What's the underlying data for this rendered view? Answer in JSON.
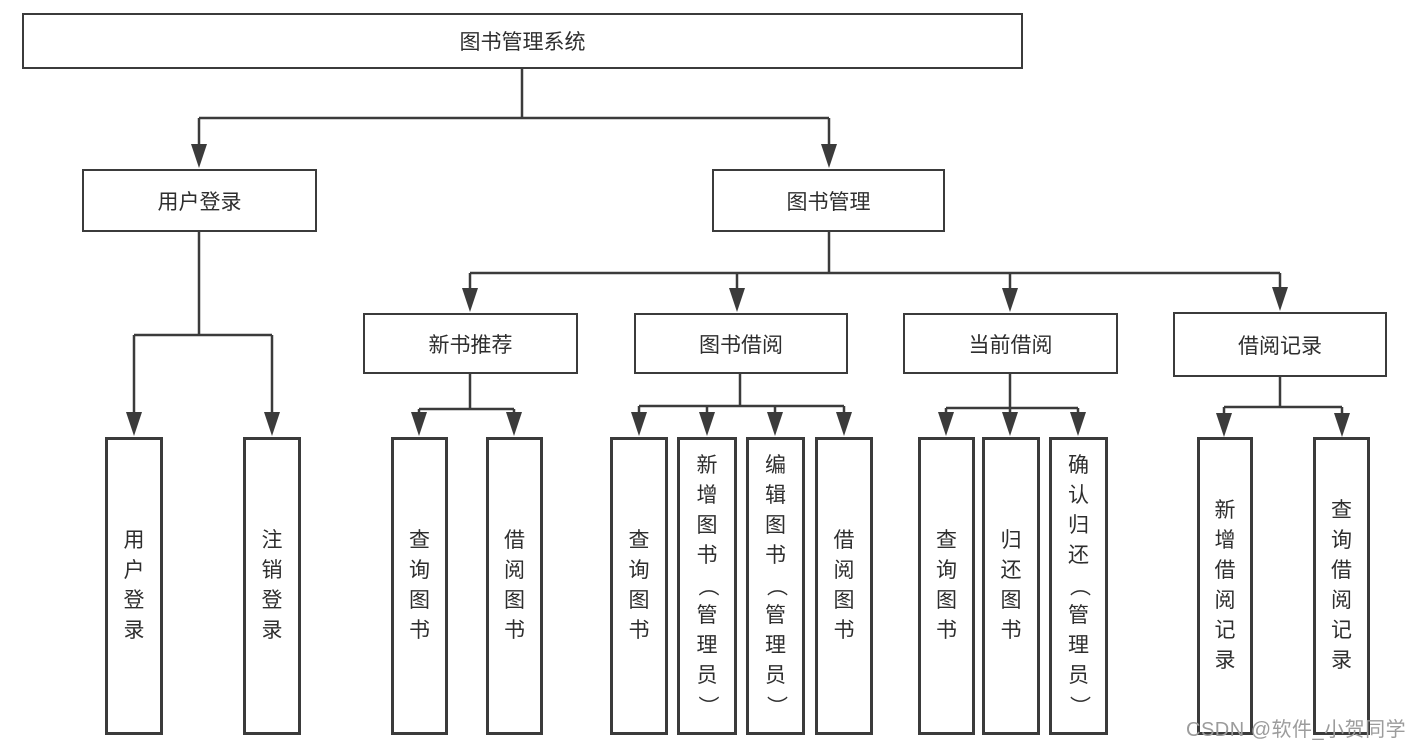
{
  "diagram": {
    "root": {
      "label": "图书管理系统"
    },
    "level1": [
      {
        "label": "用户登录"
      },
      {
        "label": "图书管理"
      }
    ],
    "level2": [
      {
        "label": "新书推荐"
      },
      {
        "label": "图书借阅"
      },
      {
        "label": "当前借阅"
      },
      {
        "label": "借阅记录"
      }
    ],
    "leaves": [
      {
        "label": "用户登录"
      },
      {
        "label": "注销登录"
      },
      {
        "label": "查询图书"
      },
      {
        "label": "借阅图书"
      },
      {
        "label": "查询图书"
      },
      {
        "label": "新增图书（管理员）"
      },
      {
        "label": "编辑图书（管理员）"
      },
      {
        "label": "借阅图书"
      },
      {
        "label": "查询图书"
      },
      {
        "label": "归还图书"
      },
      {
        "label": "确认归还（管理员）"
      },
      {
        "label": "新增借阅记录"
      },
      {
        "label": "查询借阅记录"
      }
    ]
  },
  "watermark": {
    "text": "CSDN @软件_小贺同学"
  },
  "colors": {
    "line": "#3b3b3b",
    "box_border": "#3b3b3b",
    "text": "#2e2e2e",
    "background": "#ffffff",
    "watermark": "#9c9c9c"
  }
}
